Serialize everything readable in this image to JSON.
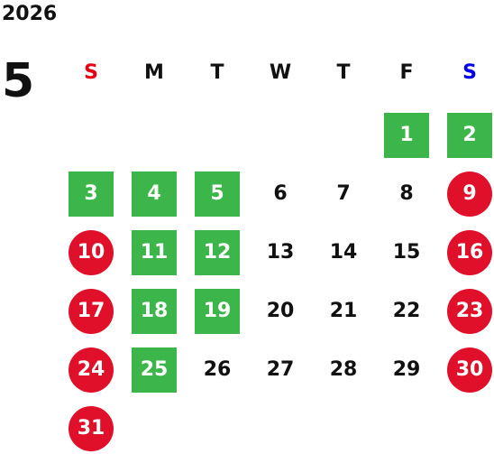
{
  "calendar": {
    "year": "2026",
    "month": "5",
    "weekdays": [
      {
        "label": "S",
        "color": "#e60012"
      },
      {
        "label": "M",
        "color": "#111111"
      },
      {
        "label": "T",
        "color": "#111111"
      },
      {
        "label": "W",
        "color": "#111111"
      },
      {
        "label": "T",
        "color": "#111111"
      },
      {
        "label": "F",
        "color": "#111111"
      },
      {
        "label": "S",
        "color": "#0000ee"
      }
    ],
    "first_weekday_index": 5,
    "days_in_month": 31,
    "highlight_colors": {
      "green": "#3cb54a",
      "red": "#e0102a"
    },
    "green_days": [
      1,
      2,
      3,
      4,
      5,
      11,
      12,
      18,
      19,
      25
    ],
    "red_days": [
      9,
      10,
      16,
      17,
      23,
      24,
      30,
      31
    ]
  }
}
